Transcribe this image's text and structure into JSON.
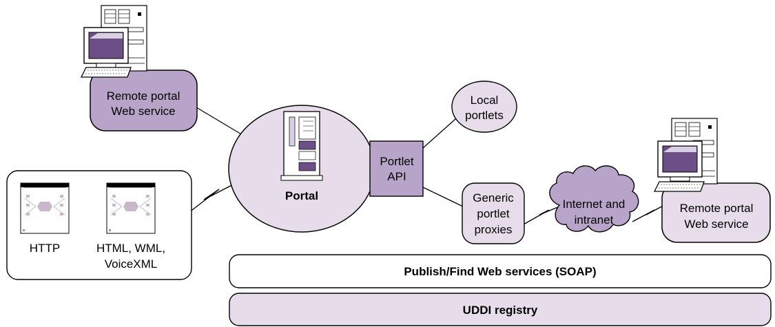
{
  "colors": {
    "lilac": "#e6dcea",
    "purple": "#b8a4c8",
    "screen": "#6b4f86",
    "white": "#ffffff",
    "stroke": "#000000"
  },
  "remote_portal_top": {
    "line1": "Remote portal",
    "line2": "Web service"
  },
  "local_portlets": {
    "line1": "Local",
    "line2": "portlets"
  },
  "portal": {
    "label": "Portal"
  },
  "portlet_api": {
    "line1": "Portlet",
    "line2": "API"
  },
  "generic_proxies": {
    "line1": "Generic",
    "line2": "portlet",
    "line3": "proxies"
  },
  "internet_cloud": {
    "line1": "Internet and",
    "line2": "intranet"
  },
  "remote_portal_right": {
    "line1": "Remote portal",
    "line2": "Web service"
  },
  "clients": {
    "http": "HTTP",
    "markup_line1": "HTML, WML,",
    "markup_line2": "VoiceXML"
  },
  "publish_bar": {
    "label": "Publish/Find Web services (SOAP)"
  },
  "uddi_bar": {
    "label": "UDDI registry"
  }
}
